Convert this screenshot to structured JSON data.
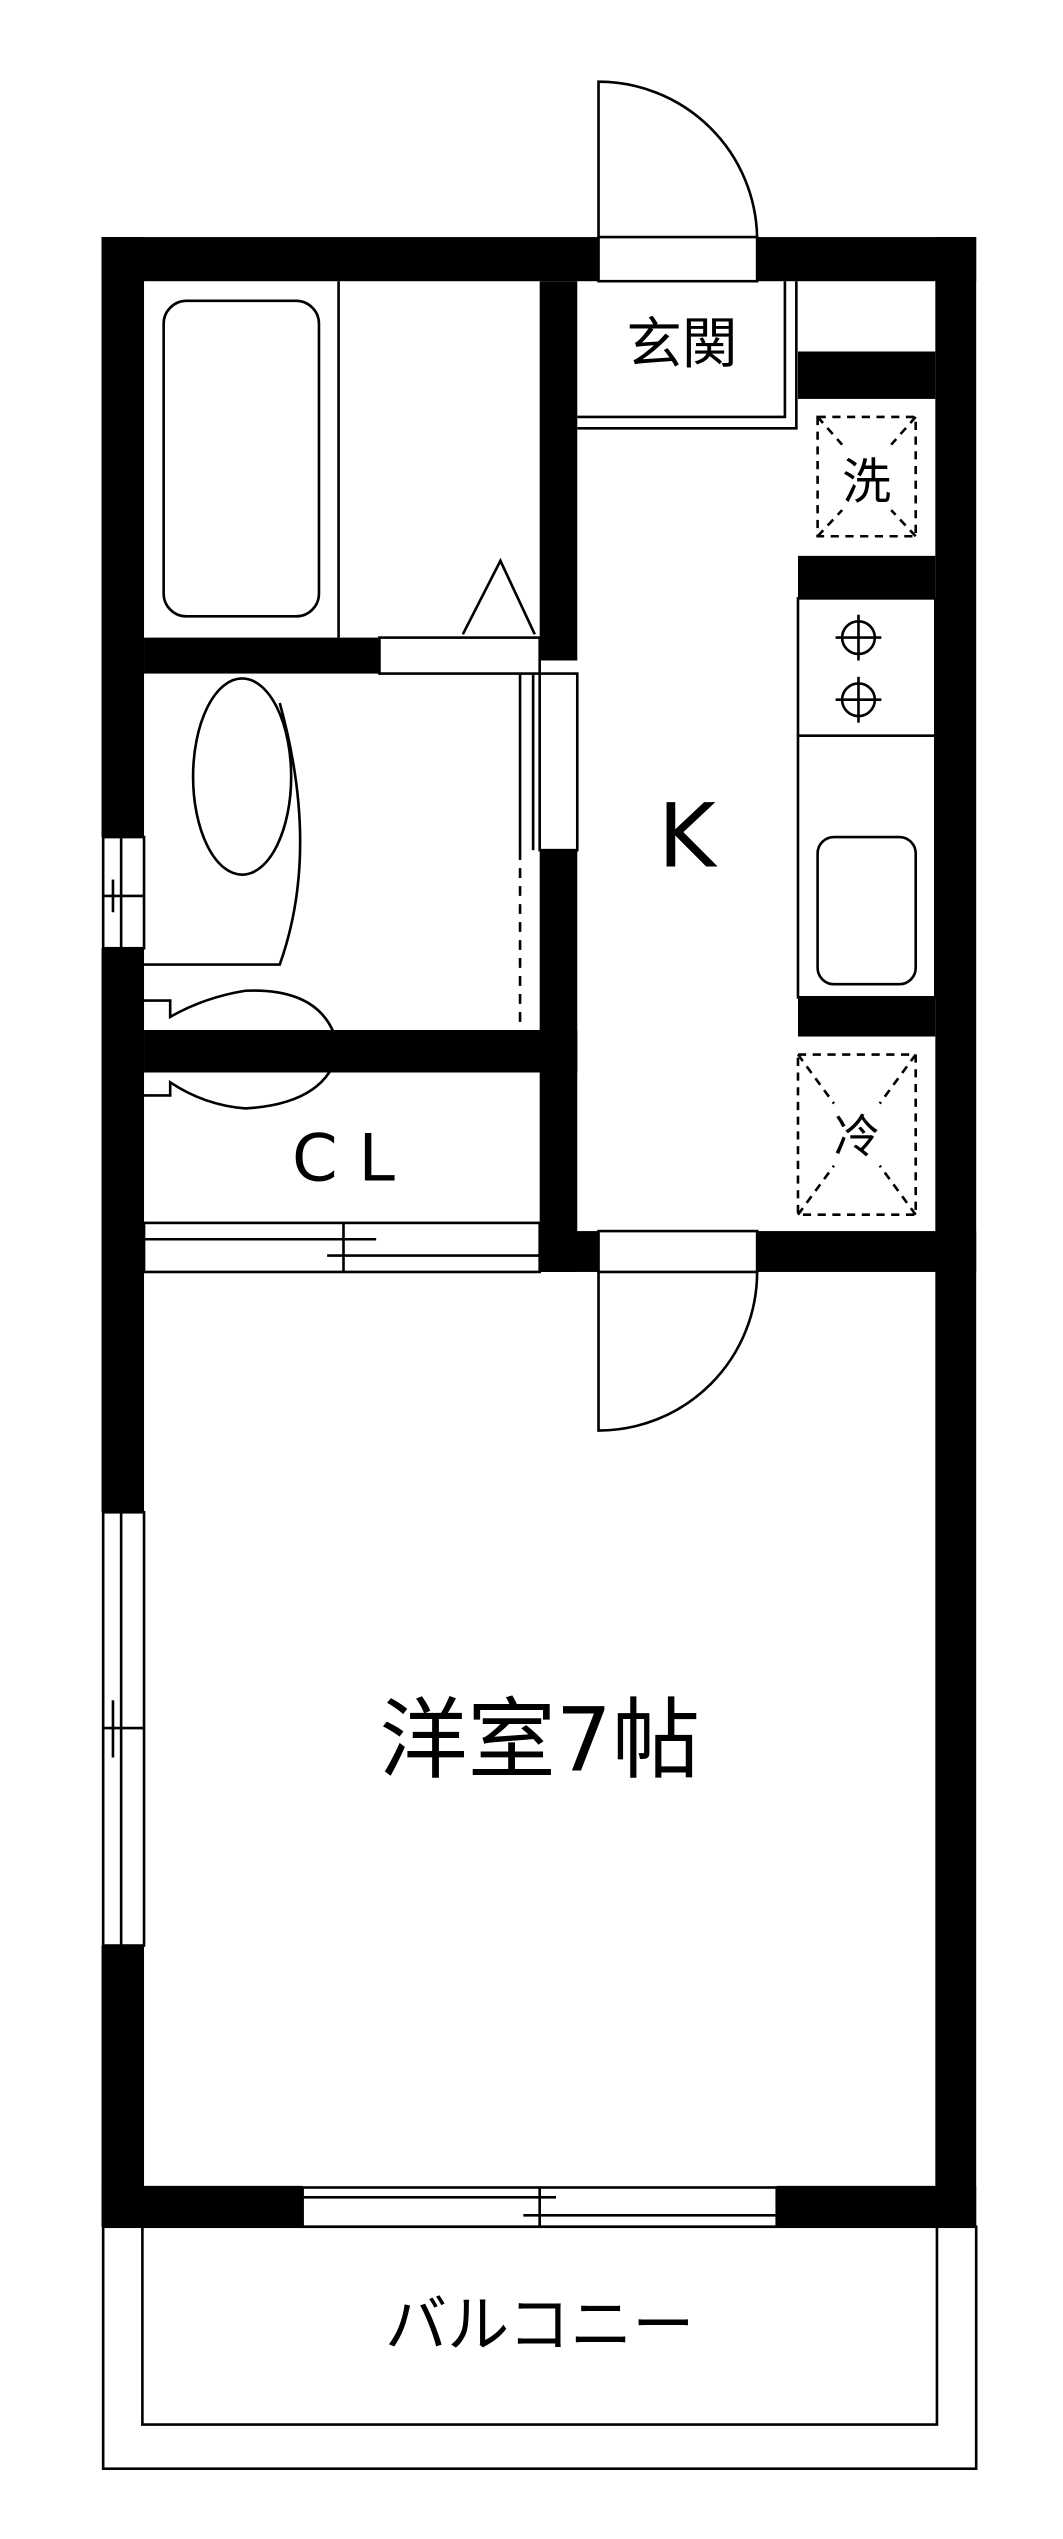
{
  "floor_plan": {
    "rooms": {
      "entrance": "玄関",
      "kitchen": "K",
      "closet": "C L",
      "western_room": "洋室7帖",
      "balcony": "バルコニー"
    },
    "fixtures": {
      "washer": "洗",
      "refrigerator": "冷"
    },
    "colors": {
      "wall": "#000000",
      "background": "#ffffff"
    }
  }
}
